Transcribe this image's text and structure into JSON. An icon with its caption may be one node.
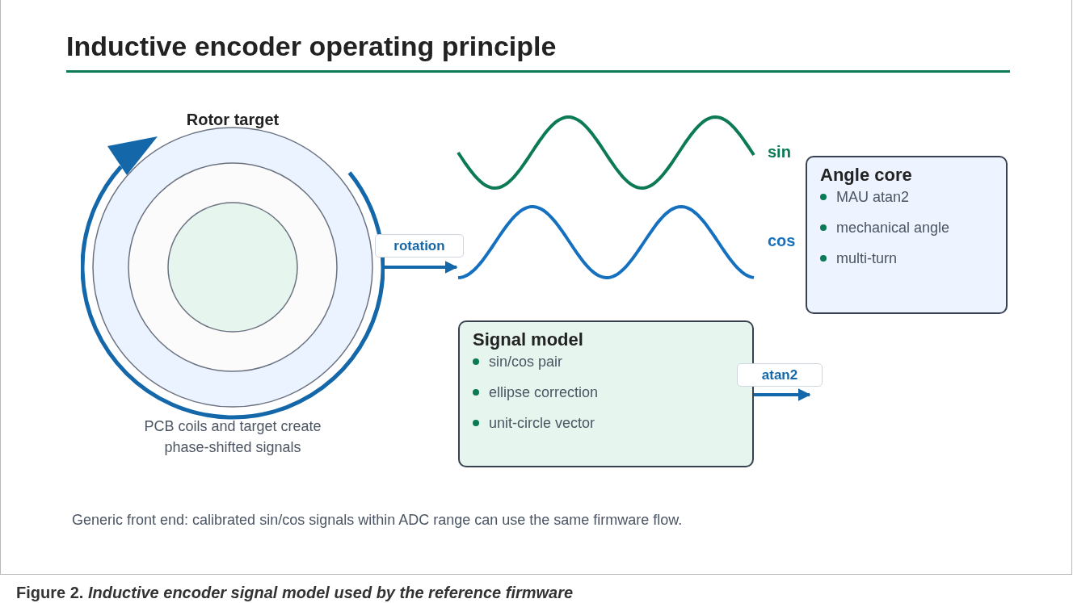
{
  "diagram": {
    "title": "Inductive encoder operating principle",
    "caption": "Figure 2. *Inductive encoder signal model used by the reference firmware*",
    "nodes": [
      {
        "text": [
          "Rotor target"
        ],
        "beside": [
          "PCB coils and target create phase-shifted signals"
        ]
      },
      {
        "text": [],
        "shape": "wave",
        "beside": [
          "sin"
        ]
      },
      {
        "text": [],
        "shape": "wave",
        "beside": [
          "cos"
        ]
      },
      {
        "text": [
          "Angle core",
          "MAU atan2",
          "mechanical angle",
          "multi-turn"
        ]
      },
      {
        "text": [
          "Signal model",
          "sin/cos pair",
          "ellipse correction",
          "unit-circle vector"
        ]
      }
    ],
    "edges": [
      {
        "from": 0,
        "to": 2,
        "arrow": "to",
        "label": "rotation"
      },
      {
        "from": 4,
        "to": null,
        "arrow": "to",
        "label": "atan2"
      }
    ],
    "labels": [
      "Generic front end: calibrated sin/cos signals within ADC range can use the same firmware flow."
    ]
  }
}
